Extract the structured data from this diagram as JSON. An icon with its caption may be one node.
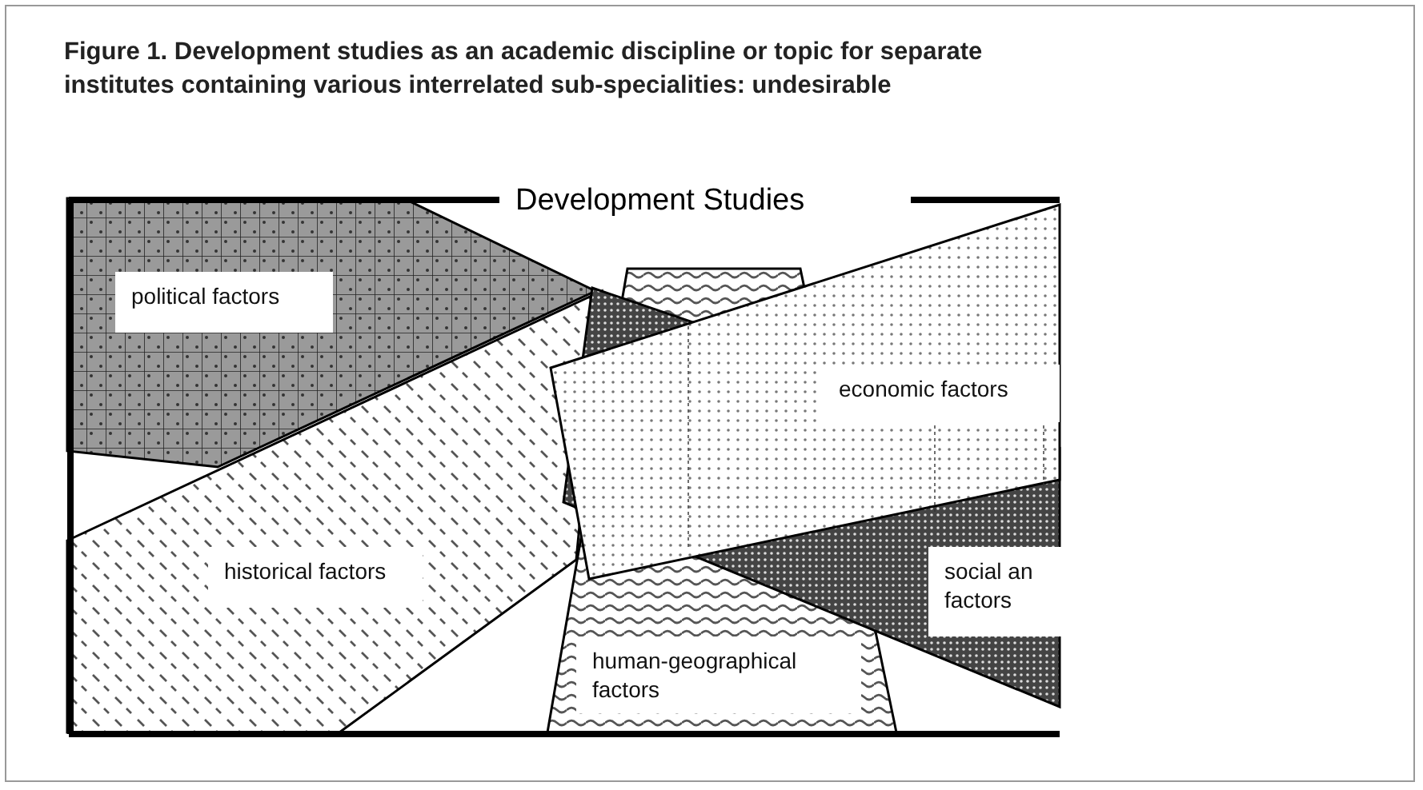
{
  "diagram": {
    "title": "Figure 1. Development studies as an academic discipline or topic for separate institutes containing various interrelated sub-specialities: undesirable",
    "nodes": [
      {
        "text": [
          "Development Studies"
        ]
      },
      {
        "text": [
          "political factors"
        ],
        "in": 0
      },
      {
        "text": [
          "economic factors"
        ],
        "in": 0
      },
      {
        "text": [
          "historical factors"
        ],
        "in": 0
      },
      {
        "text": [
          "social an factors"
        ],
        "in": 0
      },
      {
        "text": [
          "human-geographical factors"
        ],
        "in": 0
      }
    ]
  }
}
